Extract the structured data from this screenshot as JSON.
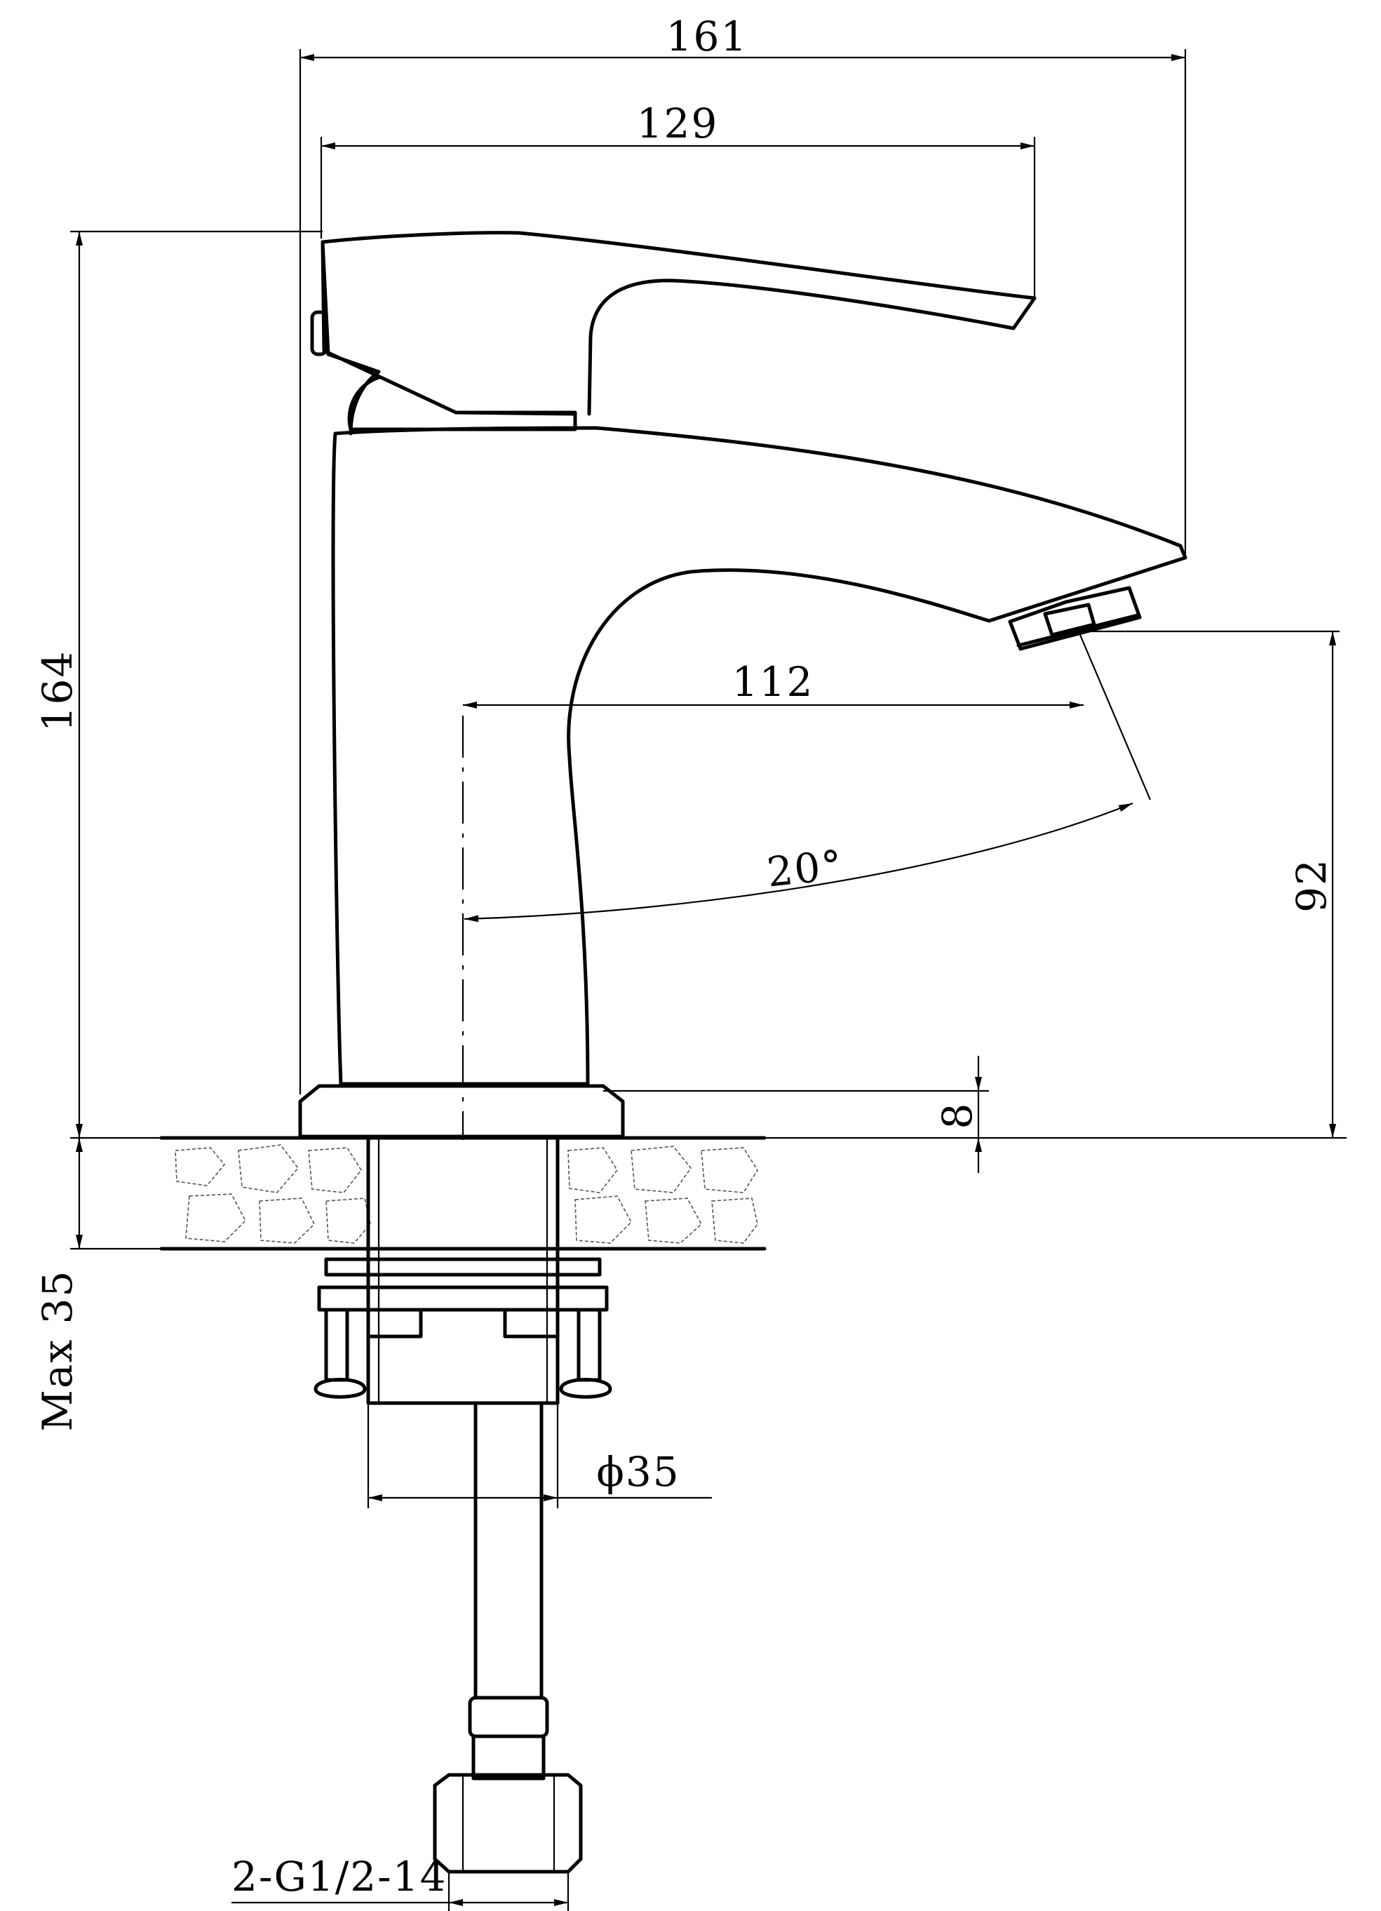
{
  "dimensions": {
    "overall_width": "161",
    "lever_length": "129",
    "overall_height": "164",
    "spout_reach": "112",
    "swivel_angle": "20°",
    "spout_height": "92",
    "base_height": "8",
    "max_countertop": "Max 35",
    "shank_diameter": "ϕ35",
    "hose_connection": "2-G1/2-14"
  },
  "colors": {
    "line": "#000000",
    "background": "#ffffff"
  }
}
